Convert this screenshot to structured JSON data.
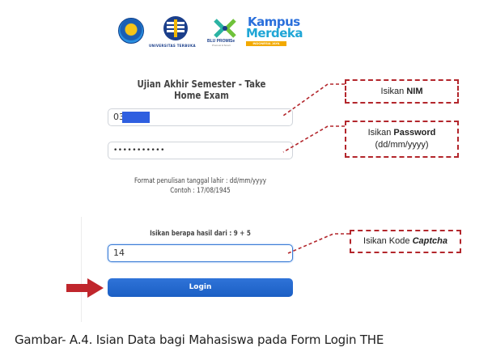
{
  "logos": {
    "ut_text": "UNIVERSITAS TERBUKA",
    "blu_text": "BLU PROMISe",
    "blu_sub": "Promosi & Smart",
    "kampus_line1": "Kampus",
    "kampus_line2": "Merdeka",
    "kampus_bar": "INDONESIA JAYA"
  },
  "form": {
    "title": "Ujian Akhir Semester - Take Home Exam",
    "nim_value": "030",
    "password_value": "•••••••••••",
    "format_hint": "Format penulisan tanggal lahir : dd/mm/yyyy",
    "example_hint": "Contoh : 17/08/1945",
    "captcha_label": "Isikan berapa hasil dari : 9 + 5",
    "captcha_value": "14",
    "login_label": "Login"
  },
  "callouts": {
    "nim_prefix": "Isikan ",
    "nim_bold": "NIM",
    "password_prefix": "Isikan ",
    "password_bold": "Password",
    "password_format": "(dd/mm/yyyy)",
    "captcha_prefix": "Isikan Kode ",
    "captcha_bold": "Captcha"
  },
  "caption": "Gambar- A.4. Isian Data bagi Mahasiswa pada Form Login THE",
  "colors": {
    "accent_red": "#b3262c",
    "button_blue": "#1b5fc4",
    "mask_blue": "#2f5fe0"
  }
}
